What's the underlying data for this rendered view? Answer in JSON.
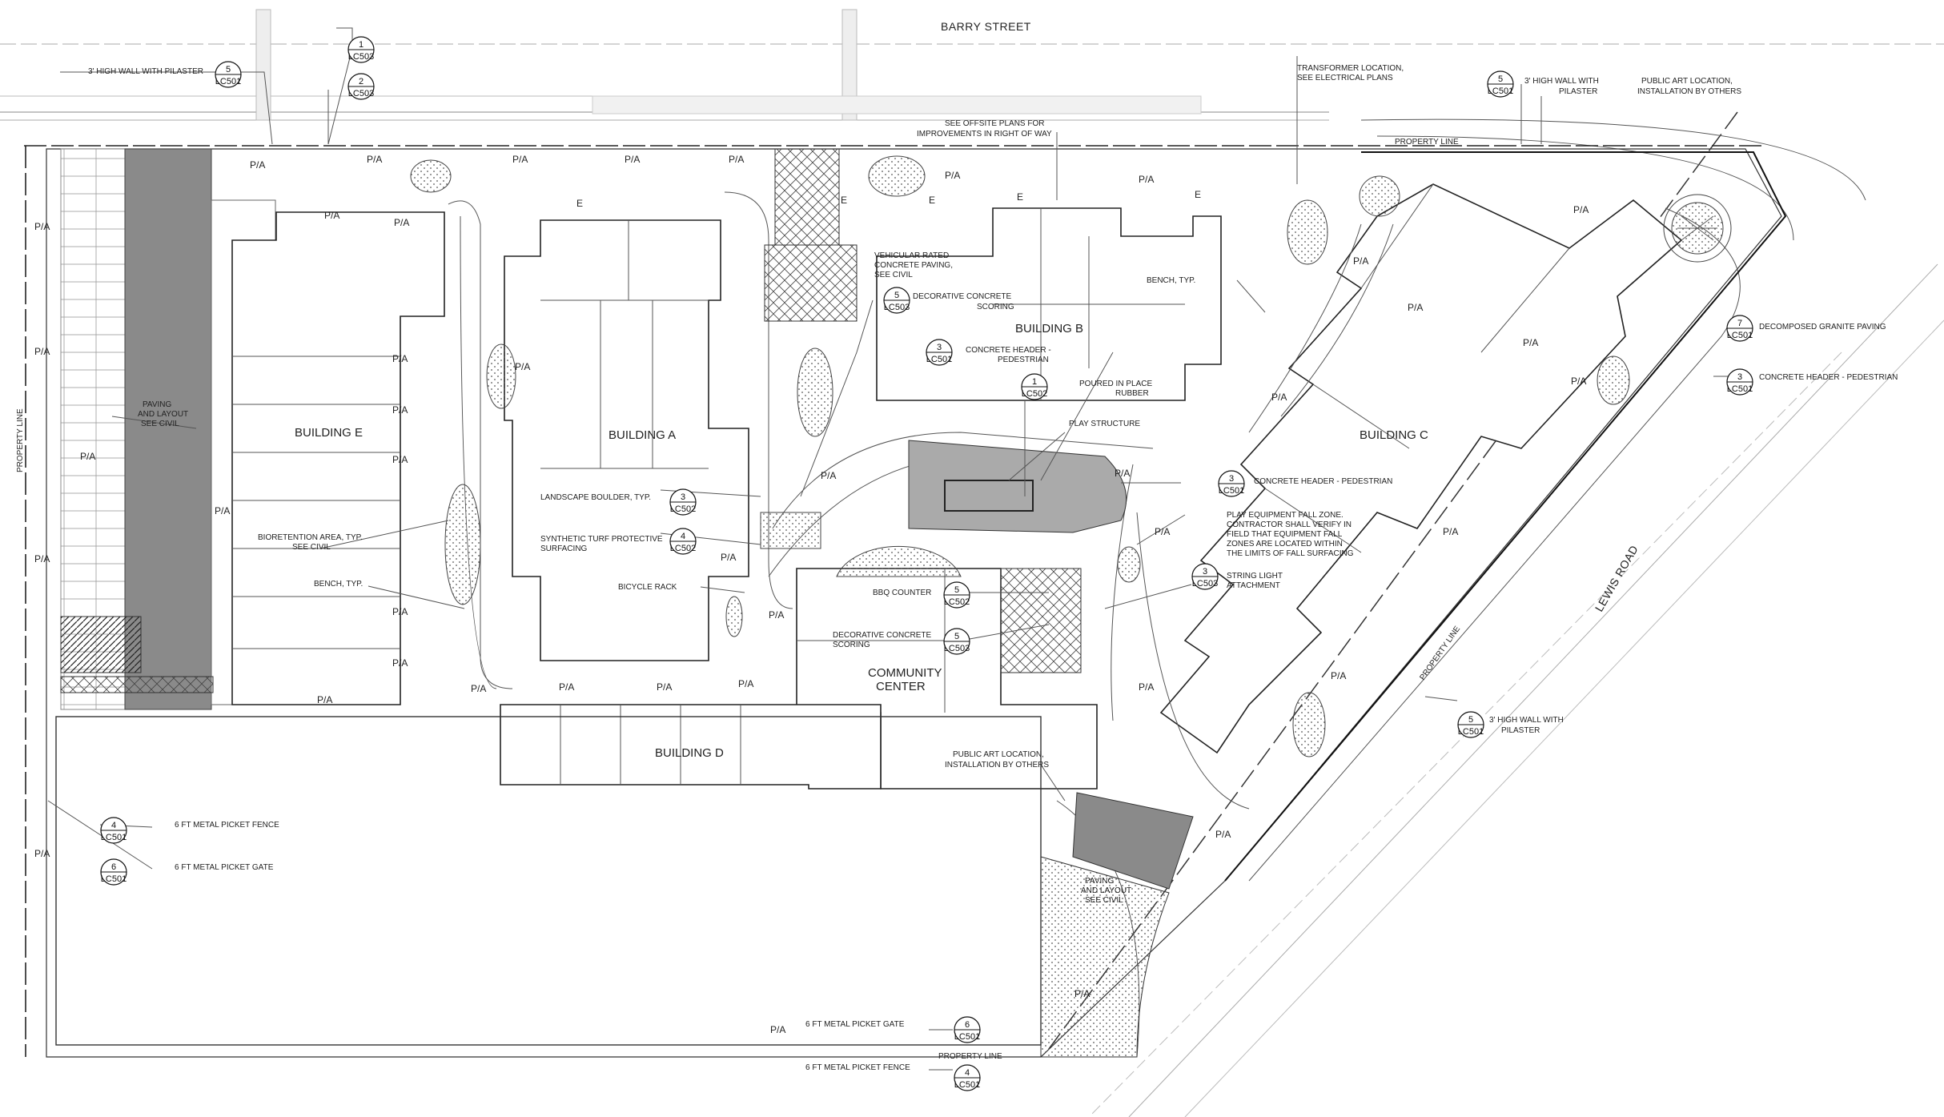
{
  "streets": {
    "north": "BARRY STREET",
    "east": "LEWIS ROAD"
  },
  "buildings": {
    "a": "BUILDING A",
    "b": "BUILDING B",
    "c": "BUILDING C",
    "d": "BUILDING D",
    "e": "BUILDING E",
    "community_line1": "COMMUNITY",
    "community_line2": "CENTER"
  },
  "property_line": "PROPERTY LINE",
  "planting_area": "P/A",
  "easement": "E",
  "callouts": [
    {
      "num": "1",
      "sheet": "LC503"
    },
    {
      "num": "2",
      "sheet": "LC503"
    },
    {
      "num": "5",
      "sheet": "LC501"
    },
    {
      "num": "5",
      "sheet": "LC501"
    },
    {
      "num": "7",
      "sheet": "LC501"
    },
    {
      "num": "3",
      "sheet": "LC501"
    },
    {
      "num": "5",
      "sheet": "LC503"
    },
    {
      "num": "3",
      "sheet": "LC501"
    },
    {
      "num": "1",
      "sheet": "LC502"
    },
    {
      "num": "3",
      "sheet": "LC502"
    },
    {
      "num": "4",
      "sheet": "LC502"
    },
    {
      "num": "3",
      "sheet": "LC501"
    },
    {
      "num": "3",
      "sheet": "LC503"
    },
    {
      "num": "5",
      "sheet": "LC502"
    },
    {
      "num": "5",
      "sheet": "LC503"
    },
    {
      "num": "5",
      "sheet": "LC501"
    },
    {
      "num": "4",
      "sheet": "LC501"
    },
    {
      "num": "6",
      "sheet": "LC501"
    },
    {
      "num": "6",
      "sheet": "LC501"
    },
    {
      "num": "4",
      "sheet": "LC501"
    }
  ],
  "notes": {
    "wall_pilaster_nw": "3' HIGH WALL WITH PILASTER",
    "transformer_1": "TRANSFORMER LOCATION,",
    "transformer_2": "SEE ELECTRICAL PLANS",
    "wall_ne_1": "3' HIGH WALL WITH",
    "wall_ne_2": "PILASTER",
    "art_ne_1": "PUBLIC ART LOCATION,",
    "art_ne_2": "INSTALLATION BY OTHERS",
    "offsite_1": "SEE OFFSITE PLANS FOR",
    "offsite_2": "IMPROVEMENTS IN RIGHT OF WAY",
    "veh_1": "VEHICULAR RATED",
    "veh_2": "CONCRETE PAVING,",
    "veh_3": "SEE CIVIL",
    "deco_b_1": "DECORATIVE CONCRETE",
    "deco_b_2": "SCORING",
    "header_ped_b_1": "CONCRETE HEADER -",
    "header_ped_b_2": "PEDESTRIAN",
    "bench_b": "BENCH, TYP.",
    "poured_1": "POURED IN PLACE",
    "poured_2": "RUBBER",
    "play_structure": "PLAY STRUCTURE",
    "granite": "DECOMPOSED GRANITE PAVING",
    "header_ped_ne": "CONCRETE HEADER - PEDESTRIAN",
    "header_ped_c": "CONCRETE HEADER - PEDESTRIAN",
    "fall_1": "PLAY EQUIPMENT FALL ZONE.",
    "fall_2": "CONTRACTOR SHALL VERIFY IN",
    "fall_3": "FIELD THAT EQUIPMENT FALL",
    "fall_4": "ZONES ARE LOCATED WITHIN",
    "fall_5": "THE LIMITS OF FALL SURFACING",
    "string_1": "STRING LIGHT",
    "string_2": "ATTACHMENT",
    "boulder": "LANDSCAPE BOULDER, TYP.",
    "turf_1": "SYNTHETIC TURF PROTECTIVE",
    "turf_2": "SURFACING",
    "bike": "BICYCLE RACK",
    "bbq": "BBQ COUNTER",
    "deco_cc_1": "DECORATIVE CONCRETE",
    "deco_cc_2": "SCORING",
    "art_cc_1": "PUBLIC ART LOCATION,",
    "art_cc_2": "INSTALLATION BY OTHERS",
    "wall_se_1": "3' HIGH WALL WITH",
    "wall_se_2": "PILASTER",
    "paving_w_1": "PAVING",
    "paving_w_2": "AND LAYOUT",
    "paving_w_3": "SEE CIVIL",
    "bio_1": "BIORETENTION AREA, TYP.",
    "bio_2": "SEE CIVIL",
    "bench_e": "BENCH, TYP.",
    "fence_w": "6 FT METAL PICKET FENCE",
    "gate_w": "6 FT METAL PICKET GATE",
    "paving_s_1": "PAVING",
    "paving_s_2": "AND LAYOUT",
    "paving_s_3": "SEE CIVIL",
    "gate_s": "6 FT METAL PICKET GATE",
    "fence_s": "6 FT METAL PICKET FENCE"
  }
}
